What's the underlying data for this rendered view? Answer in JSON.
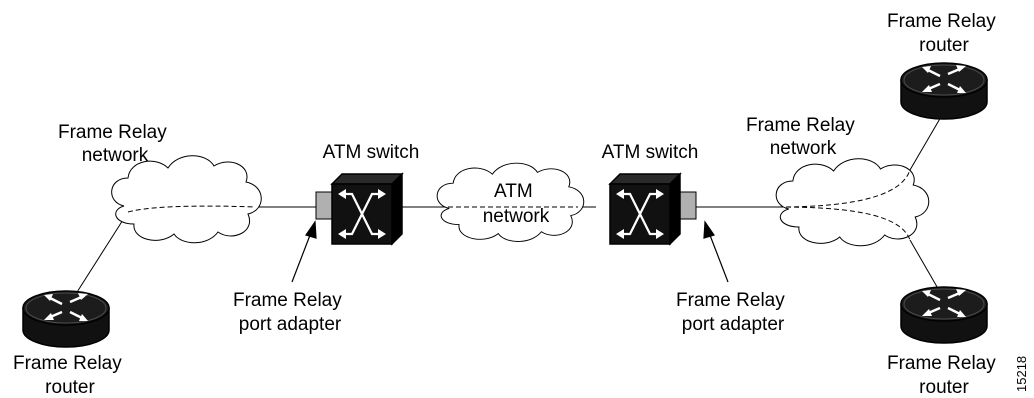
{
  "labels": {
    "left_network": [
      "Frame Relay",
      "network"
    ],
    "left_switch": "ATM switch",
    "atm_network": [
      "ATM",
      "network"
    ],
    "right_switch": "ATM switch",
    "right_network": [
      "Frame Relay",
      "network"
    ],
    "right_router_top": [
      "Frame Relay",
      "router"
    ],
    "left_router": [
      "Frame Relay",
      "router"
    ],
    "left_adapter": [
      "Frame Relay",
      "port adapter"
    ],
    "right_adapter": [
      "Frame Relay",
      "port adapter"
    ],
    "right_router_bottom": [
      "Frame Relay",
      "router"
    ],
    "figure_id": "15218"
  },
  "colors": {
    "router_body": "#111111",
    "switch_body": "#111111",
    "adapter": "#b0b0b0",
    "line": "#000000"
  }
}
